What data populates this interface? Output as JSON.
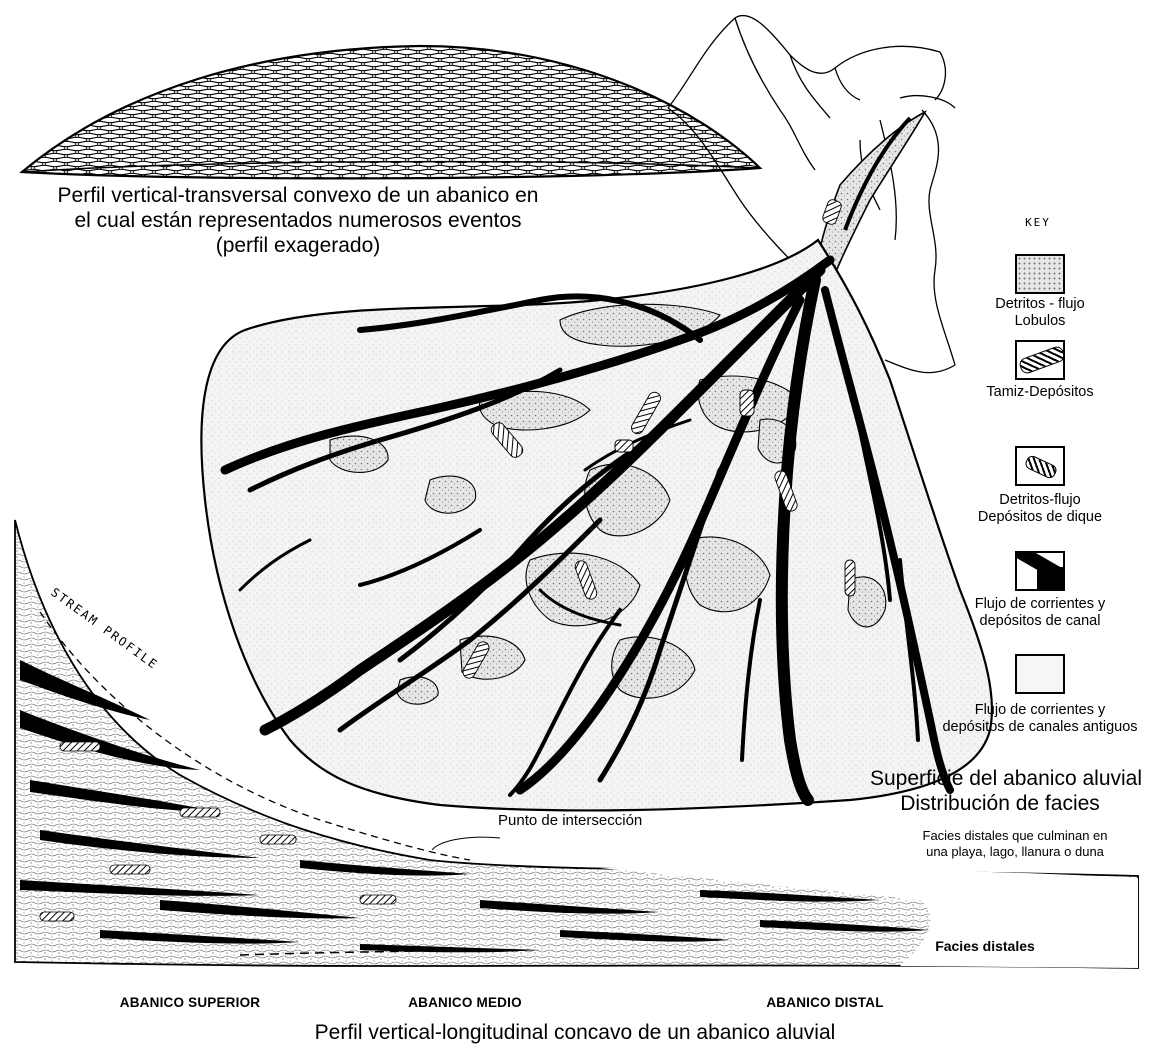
{
  "captions": {
    "transverse_profile": [
      "Perfil vertical-transversal convexo de un abanico en",
      "el cual están representados numerosos eventos",
      "(perfil exagerado)"
    ],
    "surface": [
      "Superficie del abanico aluvial",
      "Distribución de facies"
    ],
    "longitudinal_profile": "Perfil vertical-longitudinal concavo de un abanico aluvial"
  },
  "key": {
    "title": "KEY",
    "items": [
      {
        "lines": [
          "Detritos - flujo",
          "Lobulos"
        ],
        "swatch": "stippled-lobe"
      },
      {
        "lines": [
          "Tamiz-Depósitos"
        ],
        "swatch": "hatched-sieve"
      },
      {
        "lines": [
          "Detritos-flujo",
          "Depósitos de dique"
        ],
        "swatch": "levee"
      },
      {
        "lines": [
          "Flujo de corrientes y",
          "depósitos de canal"
        ],
        "swatch": "black-channel"
      },
      {
        "lines": [
          "Flujo de corrientes y",
          "depósitos de canales antiguos"
        ],
        "swatch": "light-stipple"
      }
    ]
  },
  "labels": {
    "intersection": "Punto de intersección",
    "distal_end": [
      "Facies distales que culminan en",
      "una playa, lago, llanura o duna"
    ],
    "distal_facies": "Facies distales",
    "stream_profile": "STREAM PROFILE"
  },
  "zones": [
    "ABANICO SUPERIOR",
    "ABANICO MEDIO",
    "ABANICO DISTAL"
  ],
  "colors": {
    "ink": "#000000",
    "stipple": "#bdbdbd",
    "paper": "#ffffff"
  }
}
